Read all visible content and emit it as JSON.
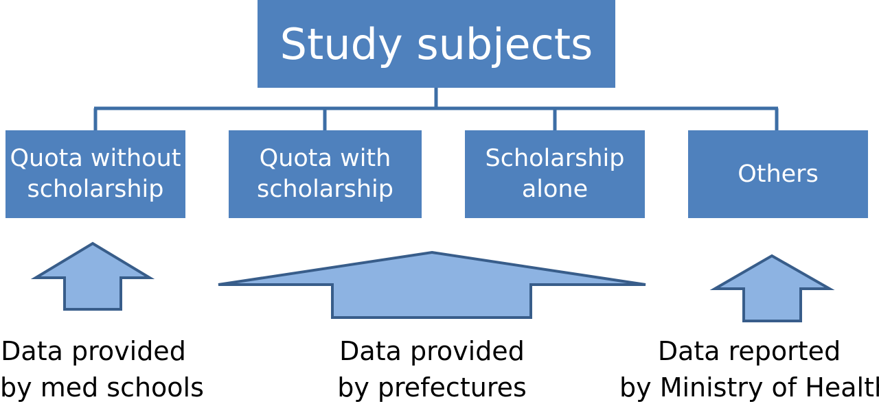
{
  "title": "Study subjects",
  "categories": [
    {
      "line1": "Quota without",
      "line2": "scholarship"
    },
    {
      "line1": "Quota with",
      "line2": "scholarship"
    },
    {
      "line1": "Scholarship",
      "line2": "alone"
    },
    {
      "line1": "Others",
      "line2": ""
    }
  ],
  "sources": [
    {
      "line1": "Data provided",
      "line2": "by med schools"
    },
    {
      "line1": "Data provided",
      "line2": "by prefectures"
    },
    {
      "line1": "Data reported",
      "line2": "by Ministry of Health"
    }
  ],
  "colors": {
    "box_fill": "#4f81bd",
    "box_text": "#ffffff",
    "connector": "#3d6ea5",
    "arrow_fill": "#8db3e2",
    "arrow_stroke": "#385d8a"
  }
}
